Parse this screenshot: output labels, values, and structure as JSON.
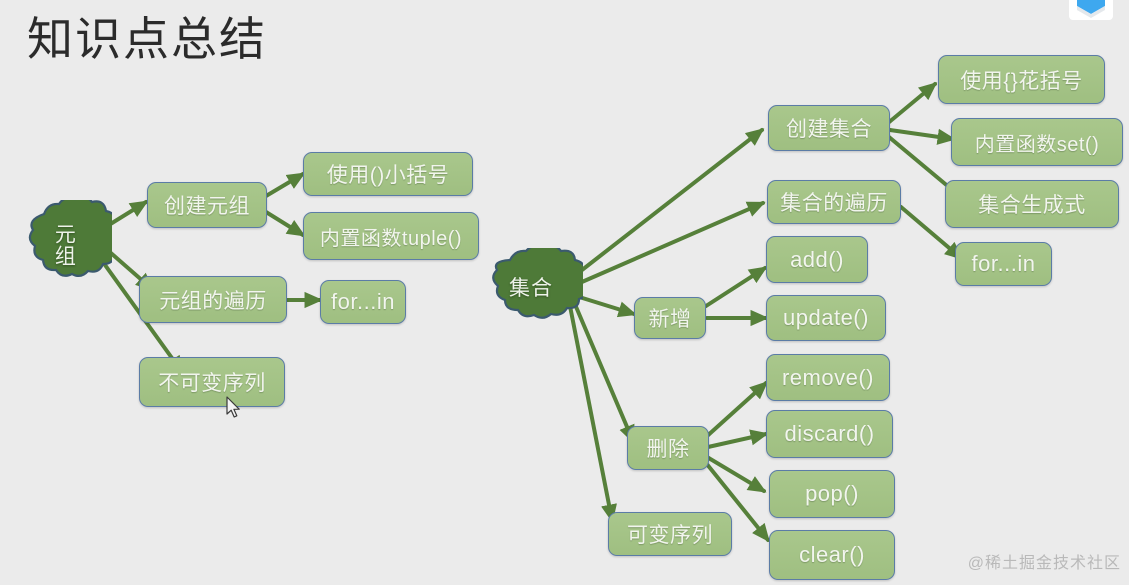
{
  "slide": {
    "title": "知识点总结",
    "watermark": "@稀土掘金技术社区",
    "background_color": "#ebebeb",
    "node_fill_color": "#a9c78c",
    "node_border_color": "#5b7ca6",
    "cloud_fill_color": "#4e7a38",
    "cloud_border_color": "#3b5a6e",
    "connector_color": "#56803a",
    "node_text_color": "#f2f5ee"
  },
  "roots": {
    "tuple": "元组",
    "set": "集合"
  },
  "nodes": {
    "create_tuple": "创建元组",
    "paren": "使用()小括号",
    "tuple_builtin": "内置函数tuple()",
    "tuple_iterate": "元组的遍历",
    "tuple_forin": "for...in",
    "immutable_seq": "不可变序列",
    "create_set": "创建集合",
    "brace": "使用{}花括号",
    "set_builtin": "内置函数set()",
    "set_comprehension": "集合生成式",
    "set_iterate": "集合的遍历",
    "set_forin": "for...in",
    "add_group": "新增",
    "add_fn": "add()",
    "update_fn": "update()",
    "delete_group": "删除",
    "remove_fn": "remove()",
    "discard_fn": "discard()",
    "pop_fn": "pop()",
    "clear_fn": "clear()",
    "mutable_seq": "可变序列"
  },
  "edges": [
    {
      "from": "元组",
      "to": "创建元组"
    },
    {
      "from": "元组",
      "to": "元组的遍历"
    },
    {
      "from": "元组",
      "to": "不可变序列"
    },
    {
      "from": "创建元组",
      "to": "使用()小括号"
    },
    {
      "from": "创建元组",
      "to": "内置函数tuple()"
    },
    {
      "from": "元组的遍历",
      "to": "for...in"
    },
    {
      "from": "集合",
      "to": "创建集合"
    },
    {
      "from": "集合",
      "to": "集合的遍历"
    },
    {
      "from": "集合",
      "to": "新增"
    },
    {
      "from": "集合",
      "to": "删除"
    },
    {
      "from": "集合",
      "to": "可变序列"
    },
    {
      "from": "创建集合",
      "to": "使用{}花括号"
    },
    {
      "from": "创建集合",
      "to": "内置函数set()"
    },
    {
      "from": "创建集合",
      "to": "集合生成式"
    },
    {
      "from": "集合的遍历",
      "to": "for...in"
    },
    {
      "from": "新增",
      "to": "add()"
    },
    {
      "from": "新增",
      "to": "update()"
    },
    {
      "from": "删除",
      "to": "remove()"
    },
    {
      "from": "删除",
      "to": "discard()"
    },
    {
      "from": "删除",
      "to": "pop()"
    },
    {
      "from": "删除",
      "to": "clear()"
    }
  ]
}
